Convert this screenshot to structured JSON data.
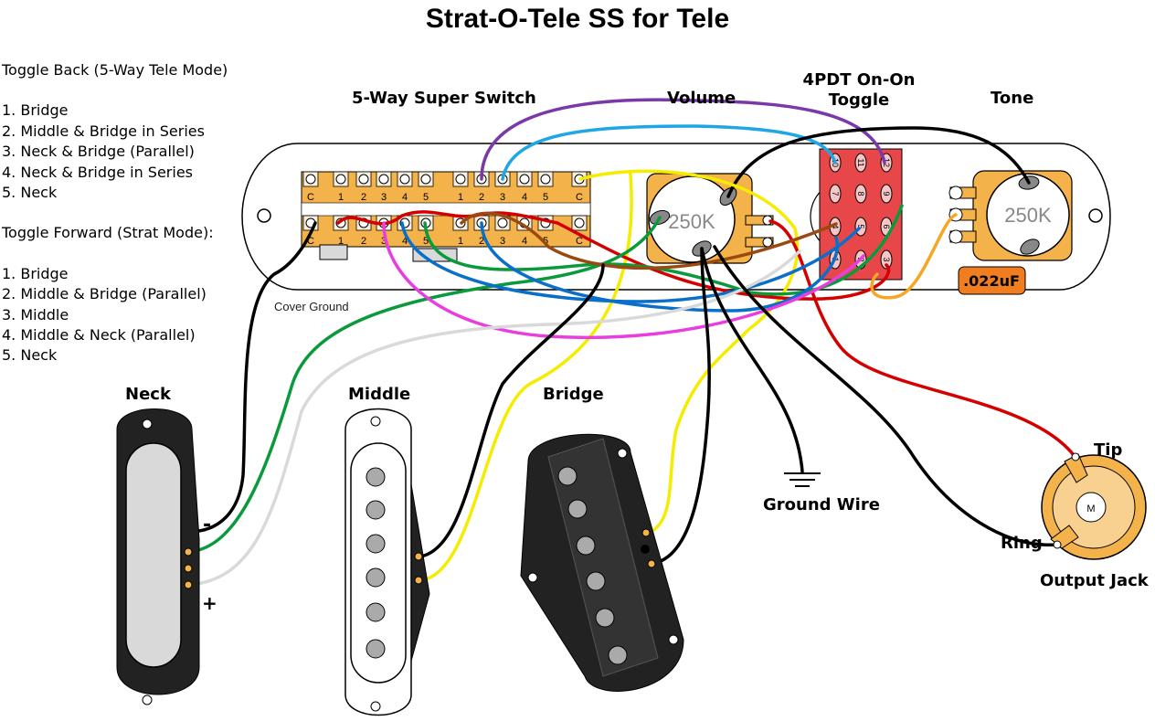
{
  "title": "Strat-O-Tele SS for Tele",
  "toggle_back": {
    "heading": "Toggle Back (5-Way Tele Mode)",
    "positions": [
      "1. Bridge",
      "2. Middle & Bridge in Series",
      "3. Neck & Bridge (Parallel)",
      "4. Neck & Bridge in Series",
      "5. Neck"
    ]
  },
  "toggle_forward": {
    "heading": "Toggle Forward (Strat Mode):",
    "positions": [
      "1. Bridge",
      "2. Middle & Bridge (Parallel)",
      "3. Middle",
      "4. Middle & Neck (Parallel)",
      "5. Neck"
    ]
  },
  "labels": {
    "switch": "5-Way Super Switch",
    "volume": "Volume",
    "toggle_line1": "4PDT On-On",
    "toggle_line2": "Toggle",
    "tone": "Tone",
    "cover_ground": "Cover Ground",
    "neck": "Neck",
    "middle": "Middle",
    "bridge": "Bridge",
    "ground_wire": "Ground Wire",
    "tip": "Tip",
    "ring": "Ring",
    "output_jack": "Output Jack",
    "jack_center": "M",
    "minus": "-",
    "plus": "+"
  },
  "switch_terminals": {
    "top": [
      "C",
      "1",
      "2",
      "3",
      "4",
      "5",
      "1",
      "2",
      "3",
      "4",
      "5",
      "C"
    ],
    "bottom": [
      "C",
      "1",
      "2",
      "3",
      "4",
      "5",
      "1",
      "2",
      "3",
      "4",
      "5",
      "C"
    ]
  },
  "toggle_terminals": [
    "10",
    "11",
    "12",
    "7",
    "8",
    "9",
    "4",
    "5",
    "6",
    "1",
    "2",
    "3"
  ],
  "volume_pot": "250K",
  "tone_pot": "250K",
  "capacitor": ".022uF",
  "colors": {
    "red": "#d40000",
    "black": "#000000",
    "yellow": "#f5ec00",
    "green": "#0a9a3c",
    "blue": "#0a6fc8",
    "white": "#d9d9d9",
    "purple": "#7a38a8",
    "cyan": "#1ea6e6",
    "magenta": "#e83ee0",
    "brown": "#9a4a10",
    "orange": "#f5a623",
    "toggle_body": "#e8474a",
    "switch_body": "#f4b24a",
    "pot_body": "#f4b24a"
  }
}
